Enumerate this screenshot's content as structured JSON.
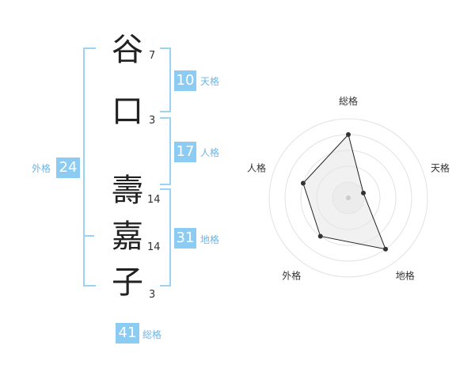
{
  "name": {
    "chars": [
      {
        "char": "谷",
        "strokes": "7"
      },
      {
        "char": "口",
        "strokes": "3"
      },
      {
        "char": "壽",
        "strokes": "14"
      },
      {
        "char": "嘉",
        "strokes": "14"
      },
      {
        "char": "子",
        "strokes": "3"
      }
    ]
  },
  "fortune": {
    "tenkaku": {
      "value": "10",
      "label": "天格"
    },
    "jinkaku": {
      "value": "17",
      "label": "人格"
    },
    "chikaku": {
      "value": "31",
      "label": "地格"
    },
    "gaikaku": {
      "value": "24",
      "label": "外格"
    },
    "soukaku": {
      "value": "41",
      "label": "総格"
    }
  },
  "colors": {
    "accent": "#8ccbf2",
    "bracket": "#9ad3f5",
    "label": "#6fb5e6"
  },
  "chart_data": {
    "type": "radar",
    "axes": [
      "総格",
      "天格",
      "地格",
      "外格",
      "人格"
    ],
    "values": [
      4,
      1,
      4,
      3,
      3
    ],
    "range": [
      0,
      5
    ],
    "rings": 5
  }
}
